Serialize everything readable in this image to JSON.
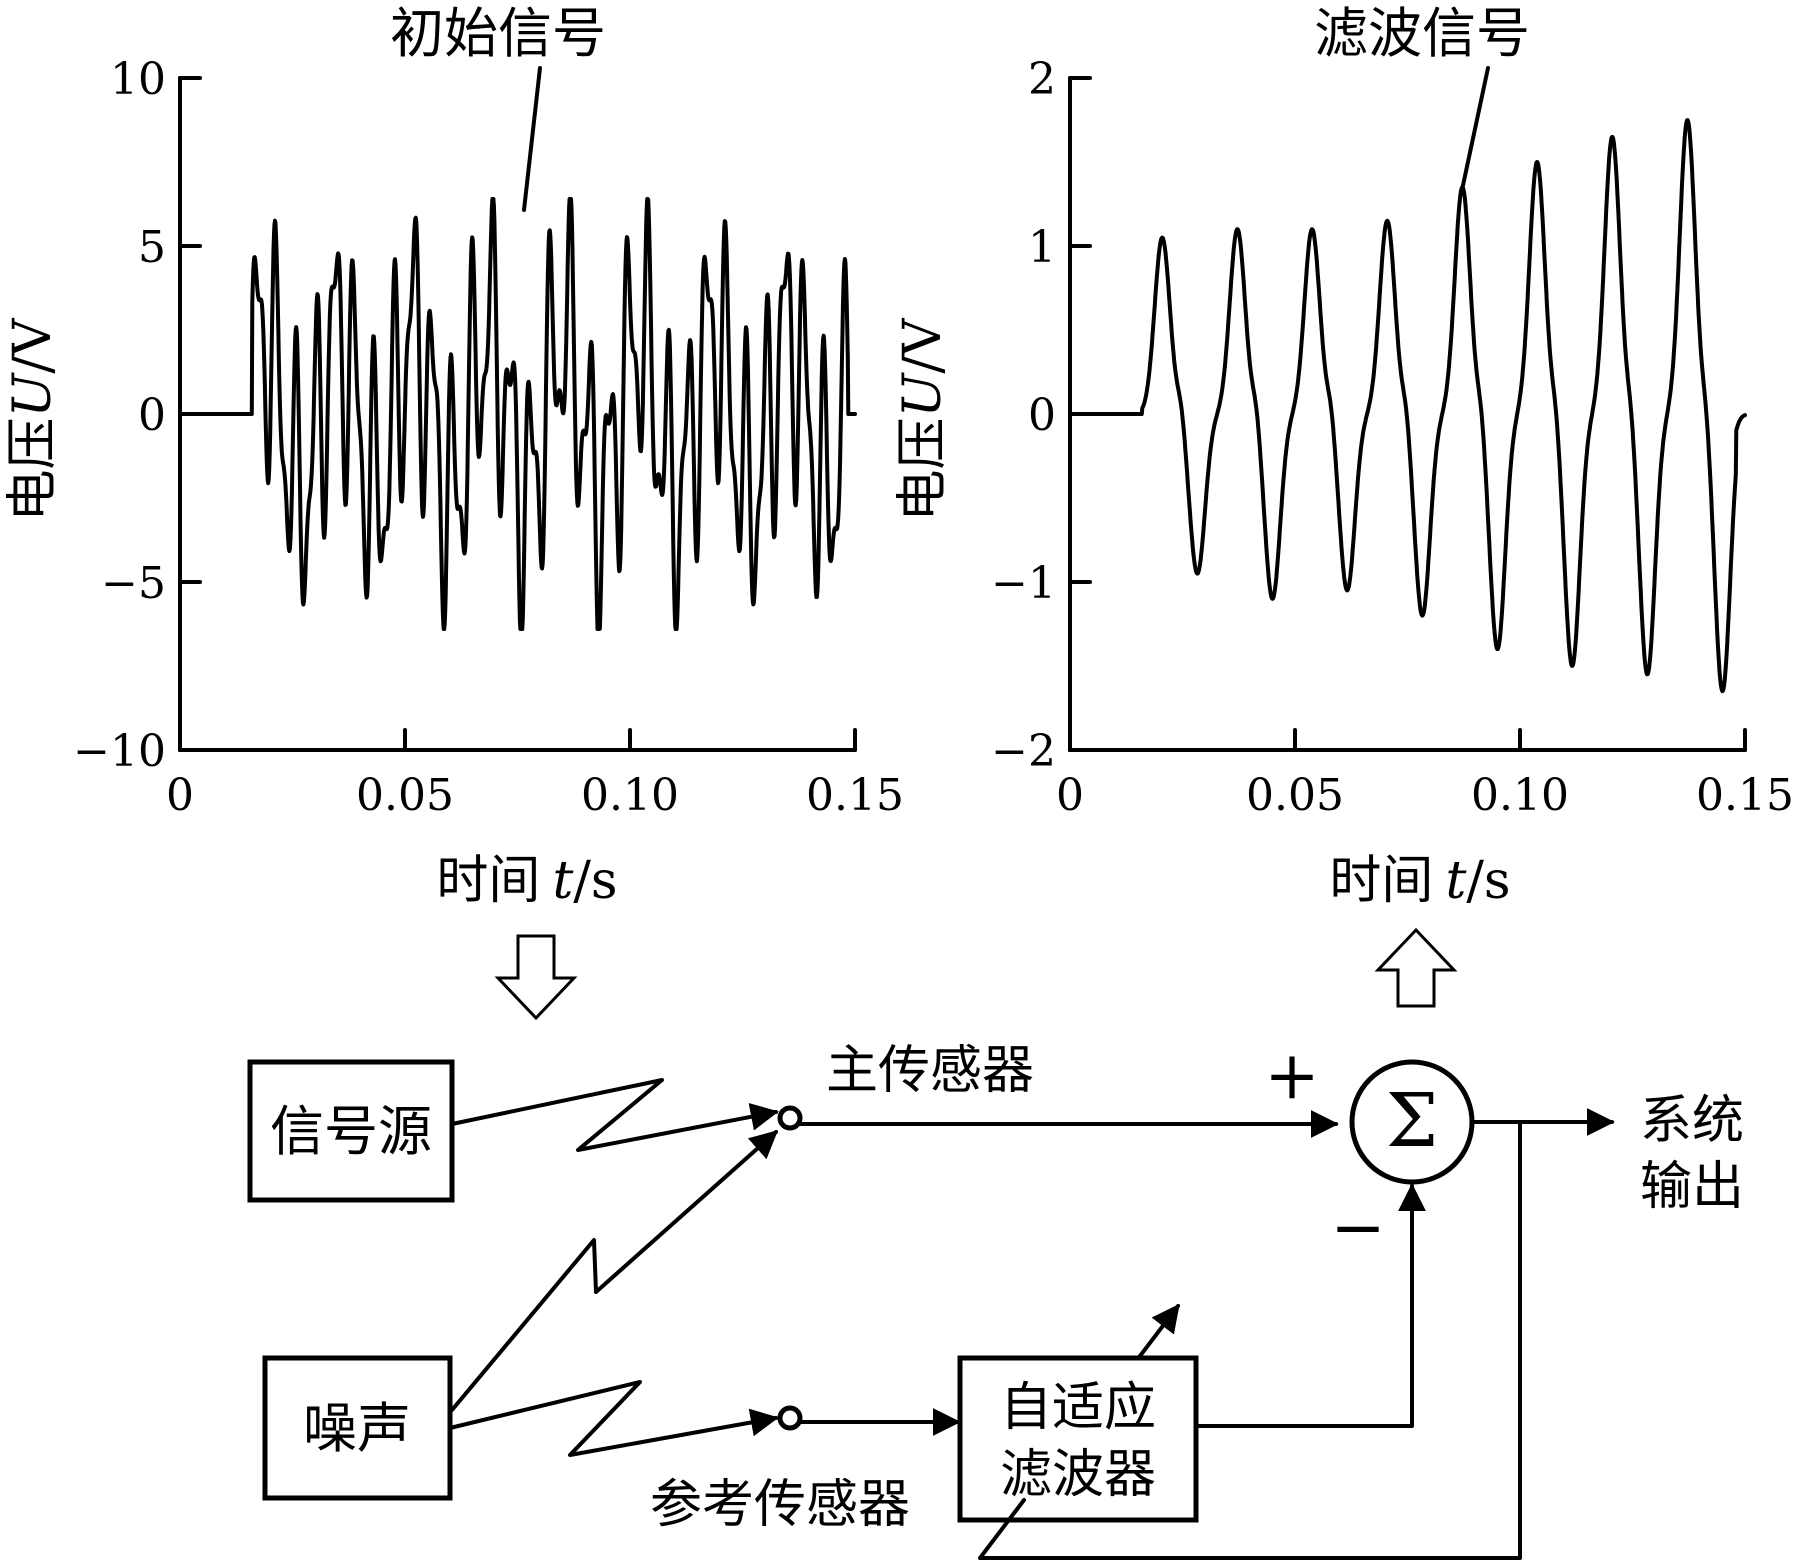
{
  "chart_data": [
    {
      "type": "line",
      "series": [
        {
          "name": "初始信号",
          "wave": "noisy-composite"
        }
      ],
      "ylabel": "电压",
      "ylabel_var": "U",
      "ylabel_unit": "/V",
      "xlabel": "时间",
      "xlabel_var": "t",
      "xlabel_unit": "/s",
      "xlim": [
        0,
        0.15
      ],
      "ylim": [
        -10,
        10
      ],
      "xticks": [
        "0",
        "0.05",
        "0.10",
        "0.15"
      ],
      "xtick_values": [
        0,
        0.05,
        0.1,
        0.15
      ],
      "yticks": [
        "10",
        "5",
        "0",
        "−5",
        "−10"
      ],
      "ytick_values": [
        10,
        5,
        0,
        -5,
        -10
      ],
      "signal_start": 0.016,
      "signal_end": 0.15,
      "amplitude": 6,
      "callout": "初始信号"
    },
    {
      "type": "line",
      "series": [
        {
          "name": "滤波信号",
          "wave": "periodic-pulse"
        }
      ],
      "ylabel": "电压",
      "ylabel_var": "U",
      "ylabel_unit": "/V",
      "xlabel": "时间",
      "xlabel_var": "t",
      "xlabel_unit": "/s",
      "xlim": [
        0,
        0.15
      ],
      "ylim": [
        -2,
        2
      ],
      "xticks": [
        "0",
        "0.05",
        "0.10",
        "0.15"
      ],
      "xtick_values": [
        0,
        0.05,
        0.1,
        0.15
      ],
      "yticks": [
        "2",
        "1",
        "0",
        "−1",
        "−2"
      ],
      "ytick_values": [
        2,
        1,
        0,
        -1,
        -2
      ],
      "signal_start": 0.016,
      "signal_end": 0.15,
      "peaks": [
        {
          "t": 0.0205,
          "peak": 1.05,
          "trough": -0.95
        },
        {
          "t": 0.0372,
          "peak": 1.1,
          "trough": -1.1
        },
        {
          "t": 0.0538,
          "peak": 1.1,
          "trough": -1.05
        },
        {
          "t": 0.0705,
          "peak": 1.15,
          "trough": -1.2
        },
        {
          "t": 0.0872,
          "peak": 1.35,
          "trough": -1.4
        },
        {
          "t": 0.1038,
          "peak": 1.5,
          "trough": -1.5
        },
        {
          "t": 0.1205,
          "peak": 1.65,
          "trough": -1.55
        },
        {
          "t": 0.1372,
          "peak": 1.75,
          "trough": -1.65
        }
      ],
      "callout": "滤波信号"
    }
  ],
  "diagram": {
    "signal_source": "信号源",
    "noise": "噪声",
    "primary_sensor": "主传感器",
    "reference_sensor": "参考传感器",
    "adaptive_filter_line1": "自适应",
    "adaptive_filter_line2": "滤波器",
    "plus": "+",
    "minus": "−",
    "sum": "Σ",
    "system_output_line1": "系统",
    "system_output_line2": "输出"
  }
}
